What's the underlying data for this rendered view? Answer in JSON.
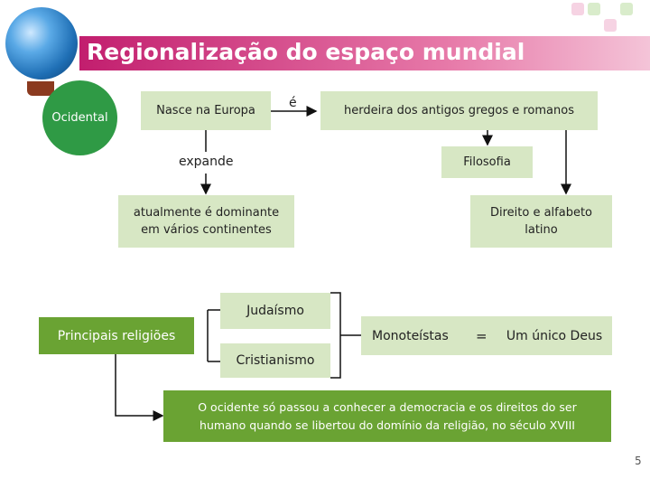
{
  "title": "Regionalização do espaço mundial",
  "nodes": {
    "ocidental": "Ocidental",
    "nasce_europa": "Nasce na Europa",
    "e_label": "é",
    "herdeira": "herdeira dos antigos gregos e romanos",
    "expande": "expande",
    "filosofia": "Filosofia",
    "dominante": "atualmente é dominante em vários continentes",
    "direito": "Direito e alfabeto latino",
    "judaismo": "Judaísmo",
    "principais_religioes": "Principais religiões",
    "monoteistas": "Monoteístas",
    "equals": "=",
    "unico_deus": "Um único Deus",
    "cristianismo": "Cristianismo",
    "conclusao": "O ocidente só passou a conhecer a democracia e os direitos do ser humano quando se libertou do domínio da religião, no século XVIII"
  },
  "page_number": "5",
  "colors": {
    "title_band": "#c21e6e",
    "light_green": "#d7e7c4",
    "dark_green": "#6aa333",
    "circle": "#2f9a45"
  }
}
